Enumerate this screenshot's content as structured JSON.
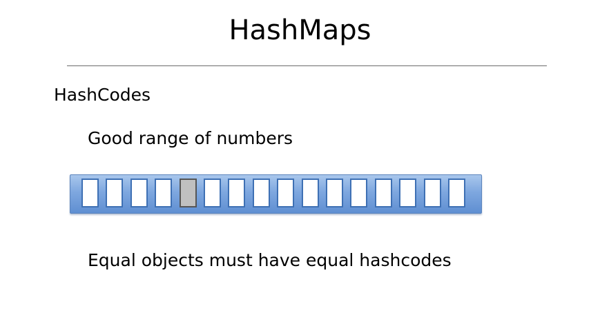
{
  "slide": {
    "title": "HashMaps",
    "bullets": [
      {
        "level": 1,
        "text": "HashCodes"
      },
      {
        "level": 2,
        "text": "Good range of numbers"
      },
      {
        "level": 2,
        "text": "Equal objects must have equal hashcodes"
      }
    ]
  },
  "diagram": {
    "bucket_count": 16,
    "highlighted_index": 4,
    "colors": {
      "array_fill": "#7ea7df",
      "slot_border": "#3e70b4",
      "slot_empty": "#ffffff",
      "slot_highlighted": "#c0c0c0"
    }
  }
}
